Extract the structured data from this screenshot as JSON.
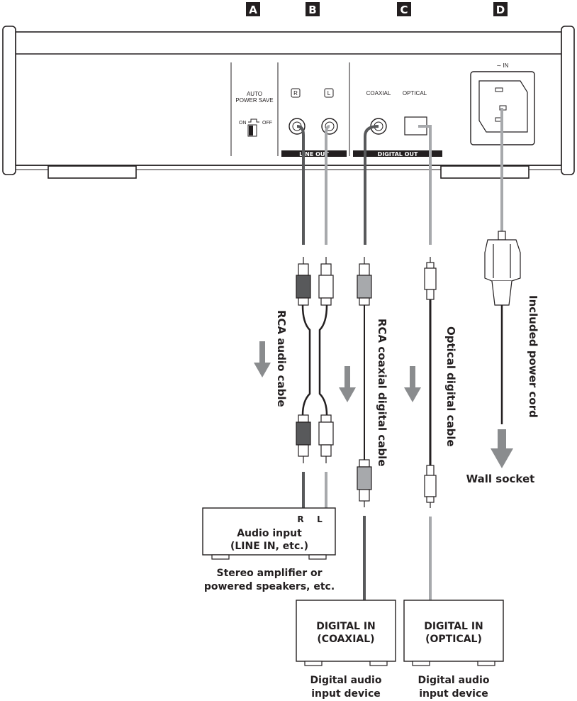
{
  "markers": {
    "a": "A",
    "b": "B",
    "c": "C",
    "d": "D"
  },
  "panel": {
    "auto_power_save": [
      "AUTO",
      "POWER SAVE"
    ],
    "switch_on": "ON",
    "switch_off": "OFF",
    "jack_r": "R",
    "jack_l": "L",
    "line_out": "LINE OUT",
    "coaxial": "COAXIAL",
    "optical": "OPTICAL",
    "digital_out": "DIGITAL OUT",
    "ac_in": "∼ IN"
  },
  "cables": {
    "rca_audio": "RCA audio cable",
    "rca_coaxial": "RCA coaxial digital cable",
    "optical": "Optical digital cable",
    "power_cord": "Included power cord"
  },
  "wall_socket": "Wall socket",
  "amp": {
    "jack_r": "R",
    "jack_l": "L",
    "input": [
      "Audio input",
      "(LINE IN, etc.)"
    ],
    "caption": [
      "Stereo amplifier or",
      "powered speakers, etc."
    ]
  },
  "coax_device": {
    "input": [
      "DIGITAL IN",
      "(COAXIAL)"
    ],
    "caption": [
      "Digital audio",
      "input device"
    ]
  },
  "optical_device": {
    "input": [
      "DIGITAL IN",
      "(OPTICAL)"
    ],
    "caption": [
      "Digital audio",
      "input device"
    ]
  },
  "colors": {
    "outline": "#231f20",
    "cable_dark": "#58595b",
    "cable_light": "#a7a9ac",
    "arrow": "#8a8c8e"
  }
}
